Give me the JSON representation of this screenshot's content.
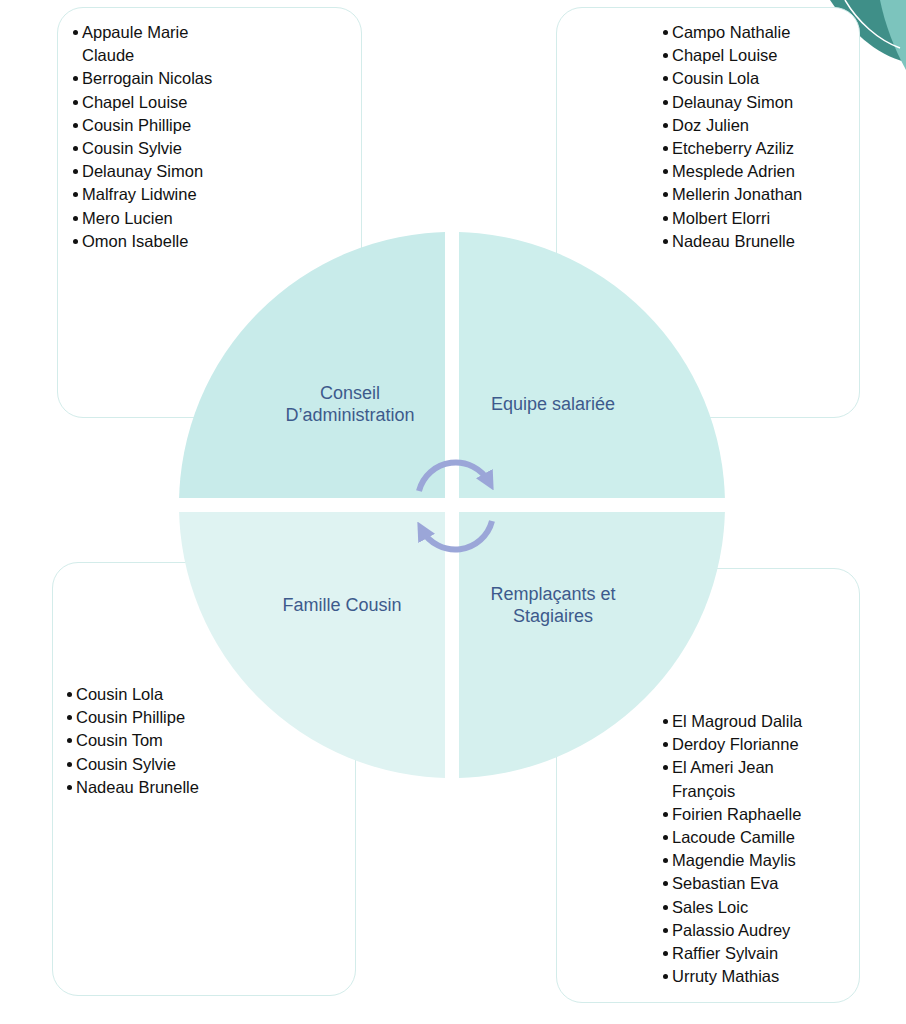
{
  "diagram": {
    "nodes": [
      {
        "text": [
          "Appaule Marie Claude",
          "Berrogain Nicolas",
          "Chapel Louise",
          "Cousin Phillipe",
          "Cousin Sylvie",
          "Delaunay Simon",
          "Malfray Lidwine",
          "Mero Lucien",
          "Omon Isabelle"
        ]
      },
      {
        "text": [
          "Campo Nathalie",
          "Chapel Louise",
          "Cousin Lola",
          "Delaunay Simon",
          "Doz Julien",
          "Etcheberry Aziliz",
          "Mesplede Adrien",
          "Mellerin Jonathan",
          "Molbert Elorri",
          "Nadeau Brunelle"
        ]
      },
      {
        "text": [
          "Cousin Lola",
          "Cousin Phillipe",
          "Cousin Tom",
          "Cousin Sylvie",
          "Nadeau Brunelle"
        ]
      },
      {
        "text": [
          "El Magroud Dalila",
          "Derdoy Florianne",
          "El Ameri Jean François",
          "Foirien Raphaelle",
          "Lacoude Camille",
          "Magendie Maylis",
          "Sebastian Eva",
          "Sales Loic",
          "Palassio Audrey",
          "Raffier Sylvain",
          "Urruty Mathias"
        ]
      },
      {
        "text": [
          "Conseil D’administration"
        ]
      },
      {
        "text": [
          "Equipe salariée"
        ]
      },
      {
        "text": [
          "Famille Cousin"
        ]
      },
      {
        "text": [
          "Remplaçants et Stagiaires"
        ]
      }
    ]
  }
}
